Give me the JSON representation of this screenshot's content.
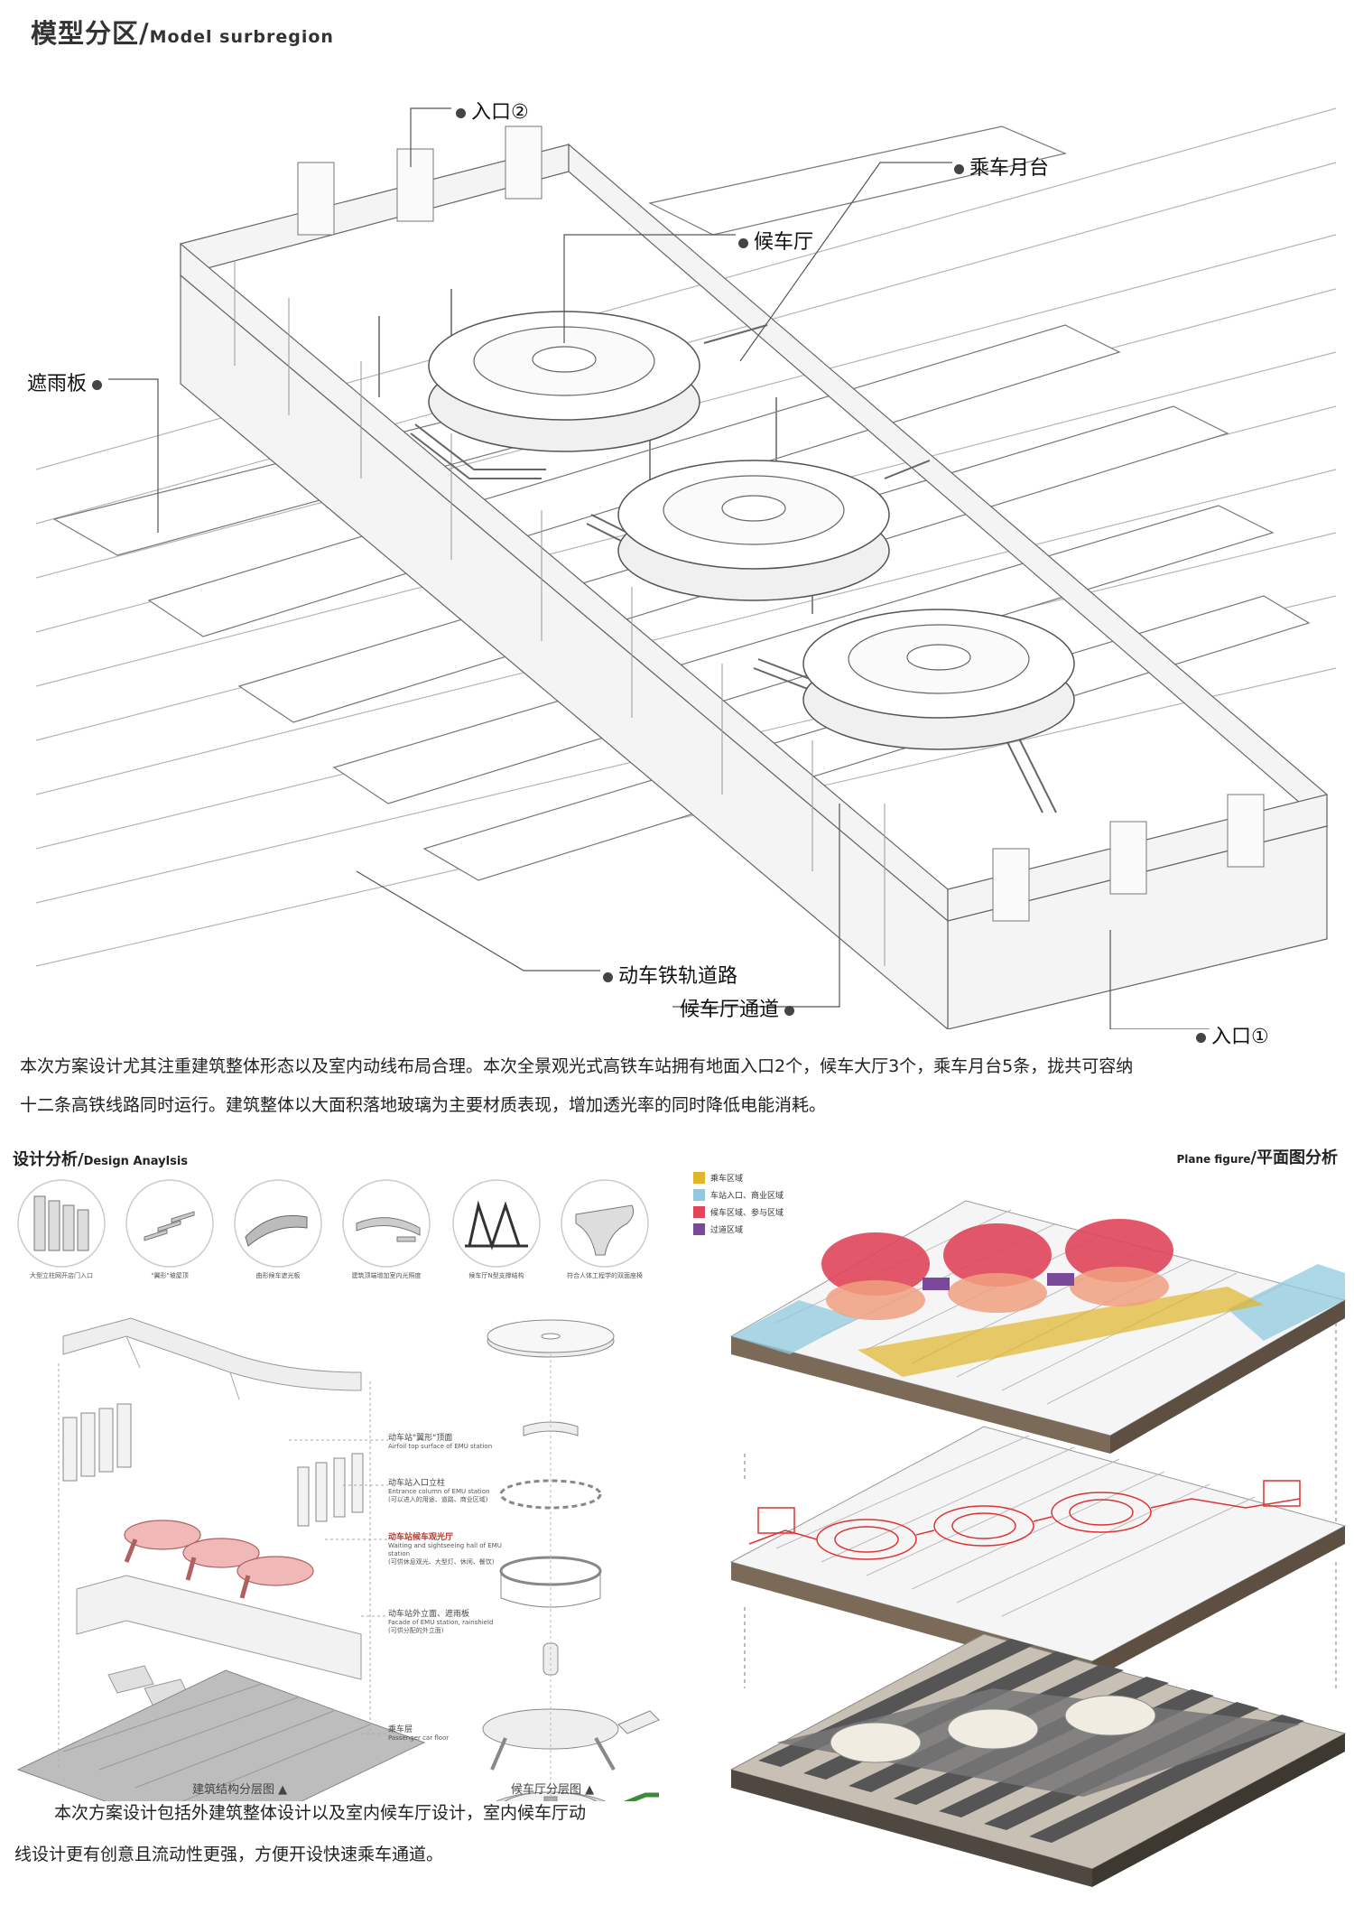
{
  "header": {
    "title_cn": "模型分区",
    "slash": "/",
    "title_en": "Model surbregion"
  },
  "callouts": {
    "entrance2": "入口②",
    "platform": "乘车月台",
    "waiting_hall": "候车厅",
    "canopy": "遮雨板",
    "railway": "动车铁轨道路",
    "hall_passage": "候车厅通道",
    "entrance1": "入口①"
  },
  "description": {
    "line1": "本次方案设计尤其注重建筑整体形态以及室内动线布局合理。本次全景观光式高铁车站拥有地面入口2个，候车大厅3个，乘车月台5条，拢共可容纳",
    "line2": "十二条高铁线路同时运行。建筑整体以大面积落地玻璃为主要材质表现，增加透光率的同时降低电能消耗。"
  },
  "design_analysis": {
    "title_cn": "设计分析",
    "slash": "/",
    "title_en": "Design Anaylsis",
    "icons": [
      {
        "icon": "column-facade-icon",
        "caption": "大型立柱网开店门入口"
      },
      {
        "icon": "wing-roof-icon",
        "caption": "\"翼形\"坡屋顶"
      },
      {
        "icon": "curved-canopy-icon",
        "caption": "曲形候车遮光板"
      },
      {
        "icon": "roof-skylight-icon",
        "caption": "建筑顶端增加室内光照度"
      },
      {
        "icon": "truss-structure-icon",
        "caption": "候车厅N型支撑结构"
      },
      {
        "icon": "ergonomic-seat-icon",
        "caption": "符合人体工程学的双面座椅"
      }
    ],
    "layer_labels": [
      {
        "cn": "动车站\"翼形\"顶面",
        "en": "Airfoil top surface of EMU station"
      },
      {
        "cn": "动车站入口立柱",
        "en": "Entrance column of EMU station",
        "note": "(可以进入的用途、道路、商业区域)"
      },
      {
        "cn": "动车站候车观光厅",
        "en": "Waiting and sightseeing hall of EMU station",
        "note": "(可供休息观光、大型灯、休闲、餐饮)"
      },
      {
        "cn": "动车站外立面、遮雨板",
        "en": "Facade of EMU station, rainshield",
        "note": "(可供分配的外立面)"
      },
      {
        "cn": "乘车层",
        "en": "Passenger car floor"
      }
    ],
    "caption_left": "建筑结构分层图 ▲",
    "caption_right": "候车厅分层图 ▲"
  },
  "plan_figure": {
    "title_en": "Plane figure",
    "slash": "/",
    "title_cn": "平面图分析",
    "legend": [
      {
        "label": "乘车区域",
        "color": "#e0b52a"
      },
      {
        "label": "车站入口、商业区域",
        "color": "#8fc9df"
      },
      {
        "label": "候车区域、参与区域",
        "color": "#e0455a"
      },
      {
        "label": "过道区域",
        "color": "#7a4a9a"
      }
    ]
  },
  "summary": {
    "line1": "本次方案设计包括外建筑整体设计以及室内候车厅设计，室内候车厅动",
    "line2": "线设计更有创意且流动性更强，方便开设快速乘车通道。"
  }
}
